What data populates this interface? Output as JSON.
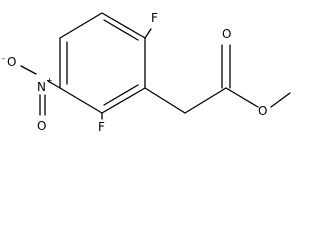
{
  "molecule": {
    "atoms": {
      "f_top": "F",
      "f_bottom": "F",
      "nitro_n": "N",
      "nitro_n_charge": "+",
      "nitro_o_minus": "O",
      "nitro_o_minus_charge": "-",
      "nitro_o_bottom": "O",
      "carbonyl_o": "O",
      "ester_o": "O"
    }
  }
}
